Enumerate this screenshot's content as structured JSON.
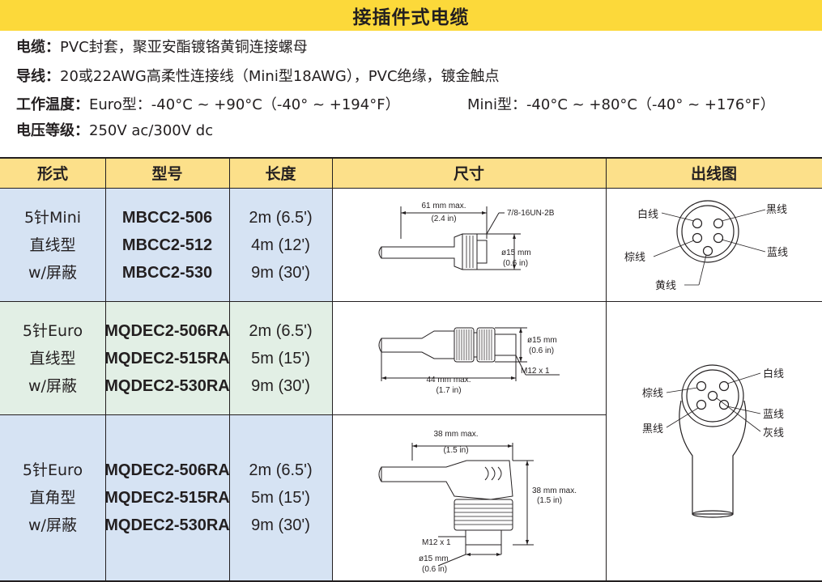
{
  "title": "接插件式电缆",
  "specs": {
    "cable": {
      "label": "电缆：",
      "value": "PVC封套，聚亚安酯镀铬黄铜连接螺母"
    },
    "wire": {
      "label": "导线：",
      "value": "20或22AWG高柔性连接线（Mini型18AWG），PVC绝缘，镀金触点"
    },
    "temp": {
      "label": "工作温度：",
      "euro": "Euro型：-40°C ~ +90°C（-40° ~ +194°F）",
      "mini": "Mini型：-40°C ~ +80°C（-40° ~ +176°F）"
    },
    "voltage": {
      "label": "电压等级：",
      "value": "250V ac/300V dc"
    }
  },
  "table": {
    "headers": [
      "形式",
      "型号",
      "长度",
      "尺寸",
      "出线图"
    ],
    "rows": [
      {
        "form": [
          "5针Mini",
          "直线型",
          "w/屏蔽"
        ],
        "models": [
          "MBCC2-506",
          "MBCC2-512",
          "MBCC2-530"
        ],
        "lengths": [
          "2m (6.5')",
          "4m (12')",
          "9m (30')"
        ],
        "dims": {
          "len": "61 mm max.",
          "len_in": "(2.4 in)",
          "thread": "7/8-16UN-2B",
          "dia": "ø15 mm",
          "dia_in": "(0.6 in)"
        }
      },
      {
        "form": [
          "5针Euro",
          "直线型",
          "w/屏蔽"
        ],
        "models": [
          "MQDEC2-506RA",
          "MQDEC2-515RA",
          "MQDEC2-530RA"
        ],
        "lengths": [
          "2m (6.5')",
          "5m (15')",
          "9m (30')"
        ],
        "dims": {
          "dia": "ø15 mm",
          "dia_in": "(0.6 in)",
          "thread": "M12 x 1",
          "len": "44 mm max.",
          "len_in": "(1.7 in)"
        }
      },
      {
        "form": [
          "5针Euro",
          "直角型",
          "w/屏蔽"
        ],
        "models": [
          "MQDEC2-506RA",
          "MQDEC2-515RA",
          "MQDEC2-530RA"
        ],
        "lengths": [
          "2m (6.5')",
          "5m (15')",
          "9m (30')"
        ],
        "dims": {
          "width": "38 mm max.",
          "width_in": "(1.5 in)",
          "height": "38 mm max.",
          "height_in": "(1.5 in)",
          "thread": "M12 x 1",
          "dia": "ø15 mm",
          "dia_in": "(0.6 in)"
        }
      }
    ],
    "pinouts": {
      "mini": {
        "white": "白线",
        "black": "黑线",
        "brown": "棕线",
        "blue": "蓝线",
        "yellow": "黄线"
      },
      "euro": {
        "white": "白线",
        "brown": "棕线",
        "blue": "蓝线",
        "black": "黑线",
        "gray": "灰线"
      }
    }
  }
}
